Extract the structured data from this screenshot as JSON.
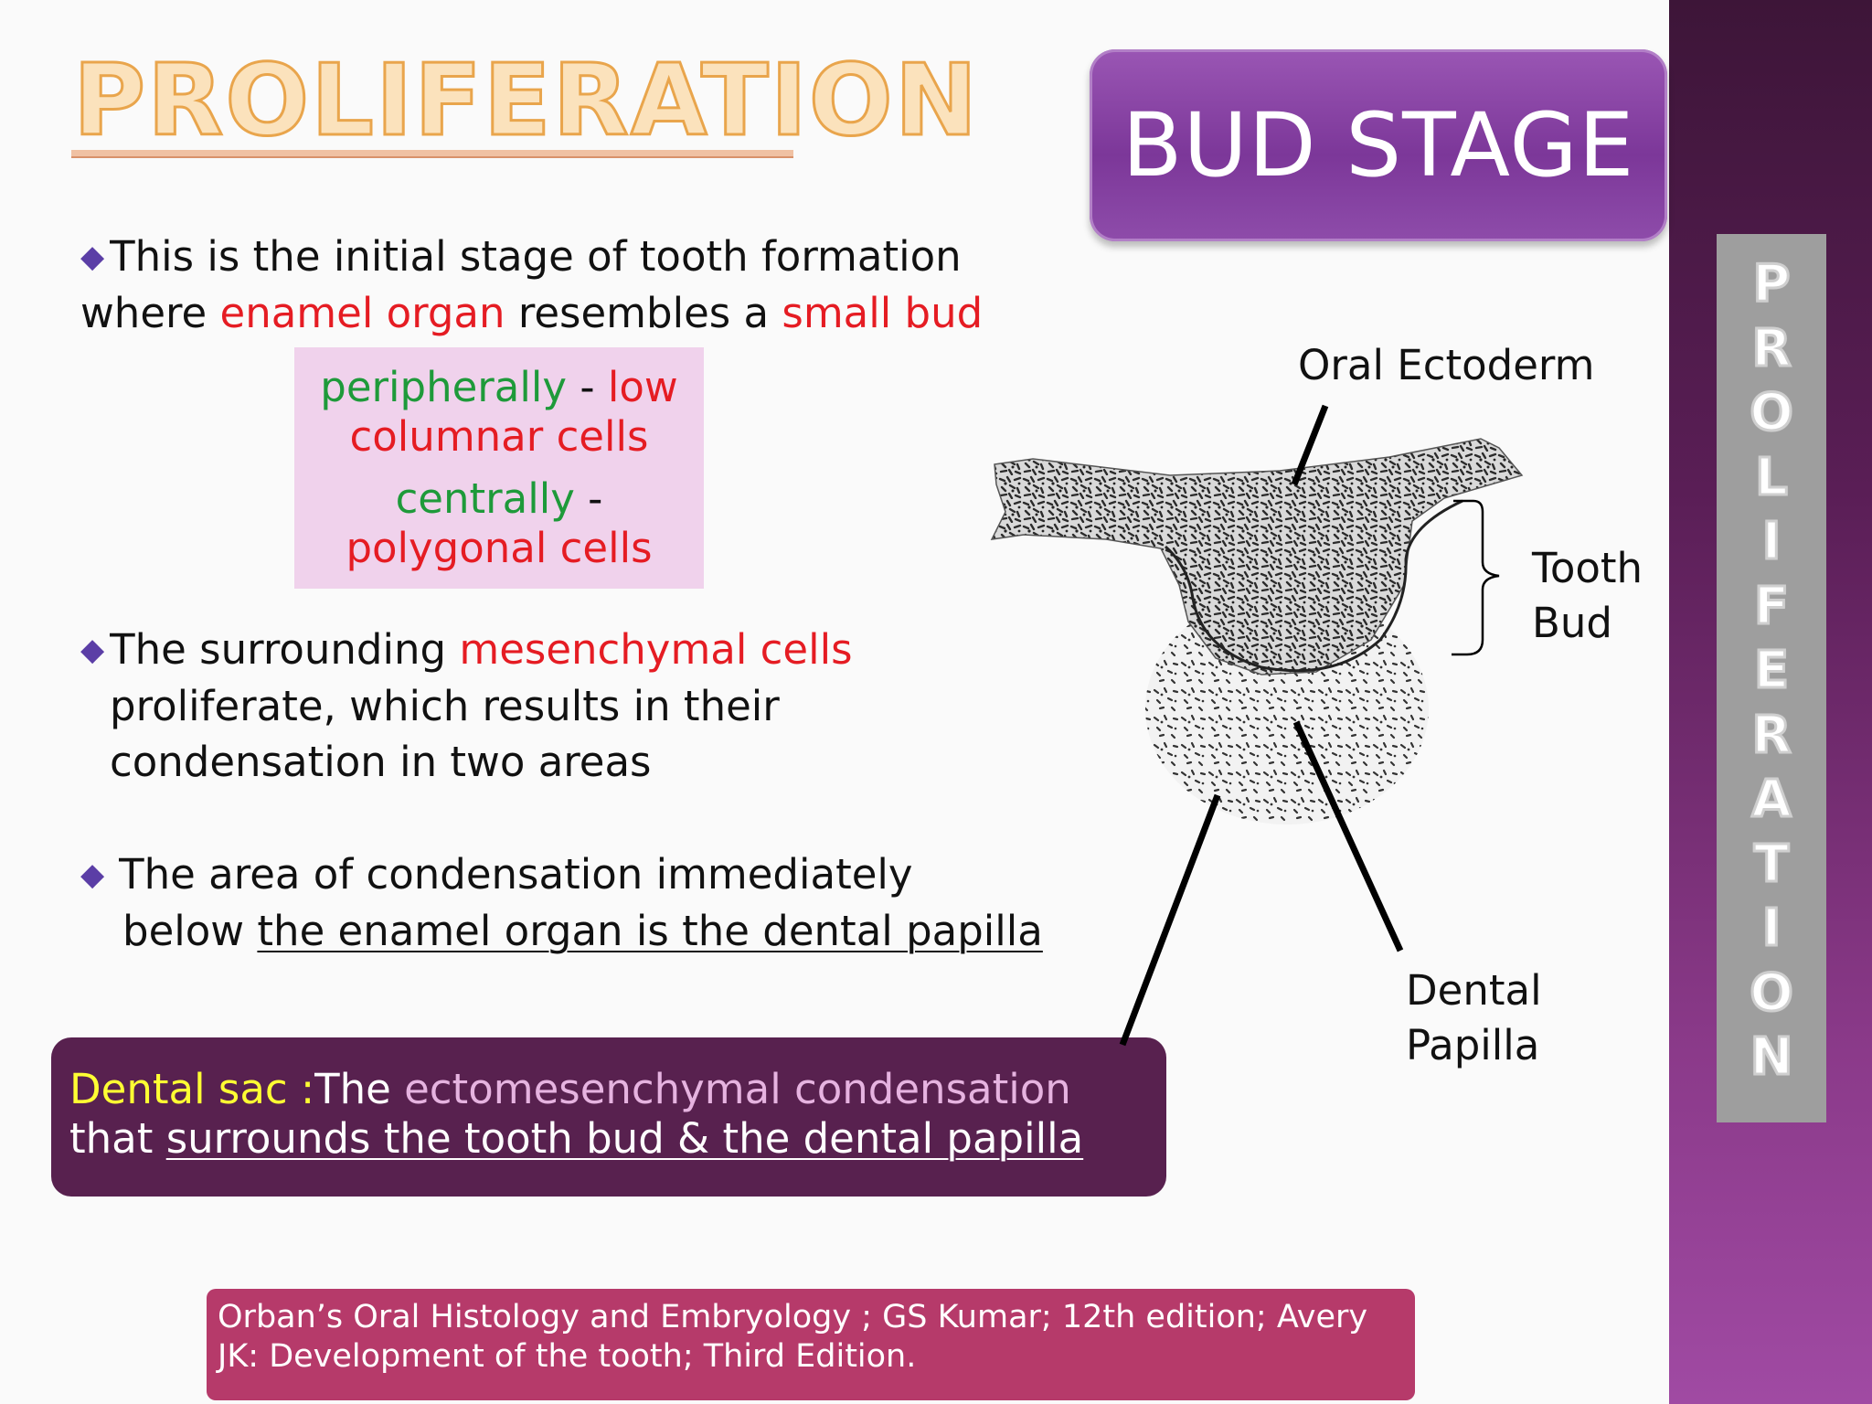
{
  "title": "PROLIFERATION",
  "badge": "BUD STAGE",
  "side_label": [
    "P",
    "R",
    "O",
    "L",
    "I",
    "F",
    "E",
    "R",
    "A",
    "T",
    "I",
    "O",
    "N"
  ],
  "bullet1": {
    "line1": "This is the initial stage of tooth formation",
    "line2_pre": "where ",
    "line2_red1": "enamel organ",
    "line2_mid": " resembles a ",
    "line2_red2": "small bud"
  },
  "cells_box": {
    "peripheral_term": "peripherally",
    "peripheral_sep": " - ",
    "peripheral_red1": "low",
    "peripheral_red2": "columnar cells",
    "central_term": "centrally",
    "central_sep": " -",
    "central_red": "polygonal cells"
  },
  "bullet2": {
    "pre": "The surrounding ",
    "red": "mesenchymal cells",
    "line2": "proliferate, which results in their",
    "line3": "condensation in two areas"
  },
  "bullet3": {
    "line1": "The area of condensation immediately",
    "line2_pre": "below ",
    "line2_underlined": "the enamel organ is the dental papilla"
  },
  "dental_sac": {
    "term": "Dental sac :",
    "pre": "The ",
    "lilac": "ectomesenchymal condensation",
    "line2_pre": "that  ",
    "line2_underlined": "surrounds the tooth bud & the dental papilla"
  },
  "reference": {
    "line1": "Orban’s Oral Histology and Embryology ; GS Kumar; 12th edition; Avery",
    "line2": "JK: Development of the tooth; Third Edition."
  },
  "diagram_labels": {
    "oral_ectoderm": "Oral Ectoderm",
    "tooth_bud_1": "Tooth",
    "tooth_bud_2": "Bud",
    "dental_papilla_1": "Dental",
    "dental_papilla_2": "Papilla"
  },
  "colors": {
    "accent_purple": "#7c3799",
    "band_purple": "#5a1e56",
    "text_red": "#e51c23",
    "text_green": "#1e9a3a",
    "sac_box": "#58214f",
    "reference_box": "#b63a6a"
  }
}
